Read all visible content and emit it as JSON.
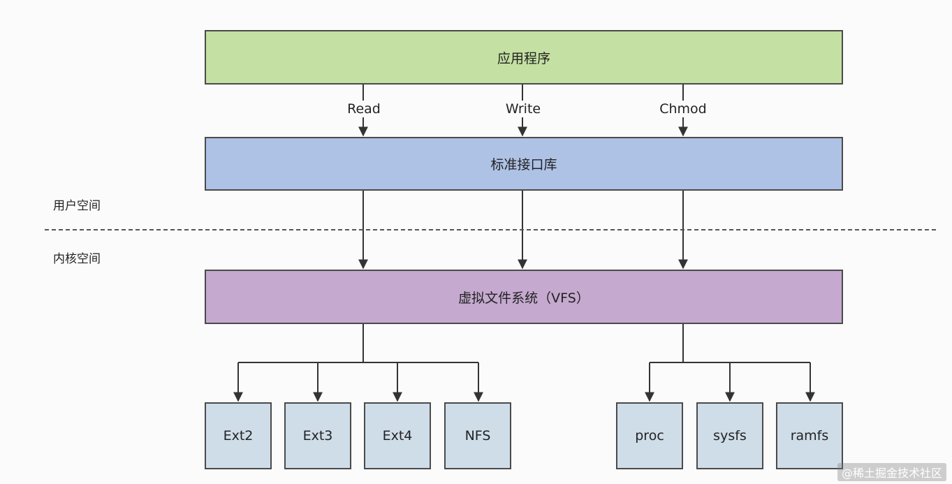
{
  "layers": {
    "app": "应用程序",
    "lib": "标准接口库",
    "vfs": "虚拟文件系统（VFS）"
  },
  "calls": {
    "read": "Read",
    "write": "Write",
    "chmod": "Chmod"
  },
  "spaces": {
    "user": "用户空间",
    "kernel": "内核空间"
  },
  "filesystems": {
    "disk": [
      "Ext2",
      "Ext3",
      "Ext4",
      "NFS"
    ],
    "virtual": [
      "proc",
      "sysfs",
      "ramfs"
    ]
  },
  "watermark": "@稀土掘金技术社区",
  "colors": {
    "app": "#c4e0a2",
    "lib": "#aec2e6",
    "vfs": "#c5a9cf",
    "fs": "#cfdde9",
    "stroke": "#4a4a4a"
  }
}
